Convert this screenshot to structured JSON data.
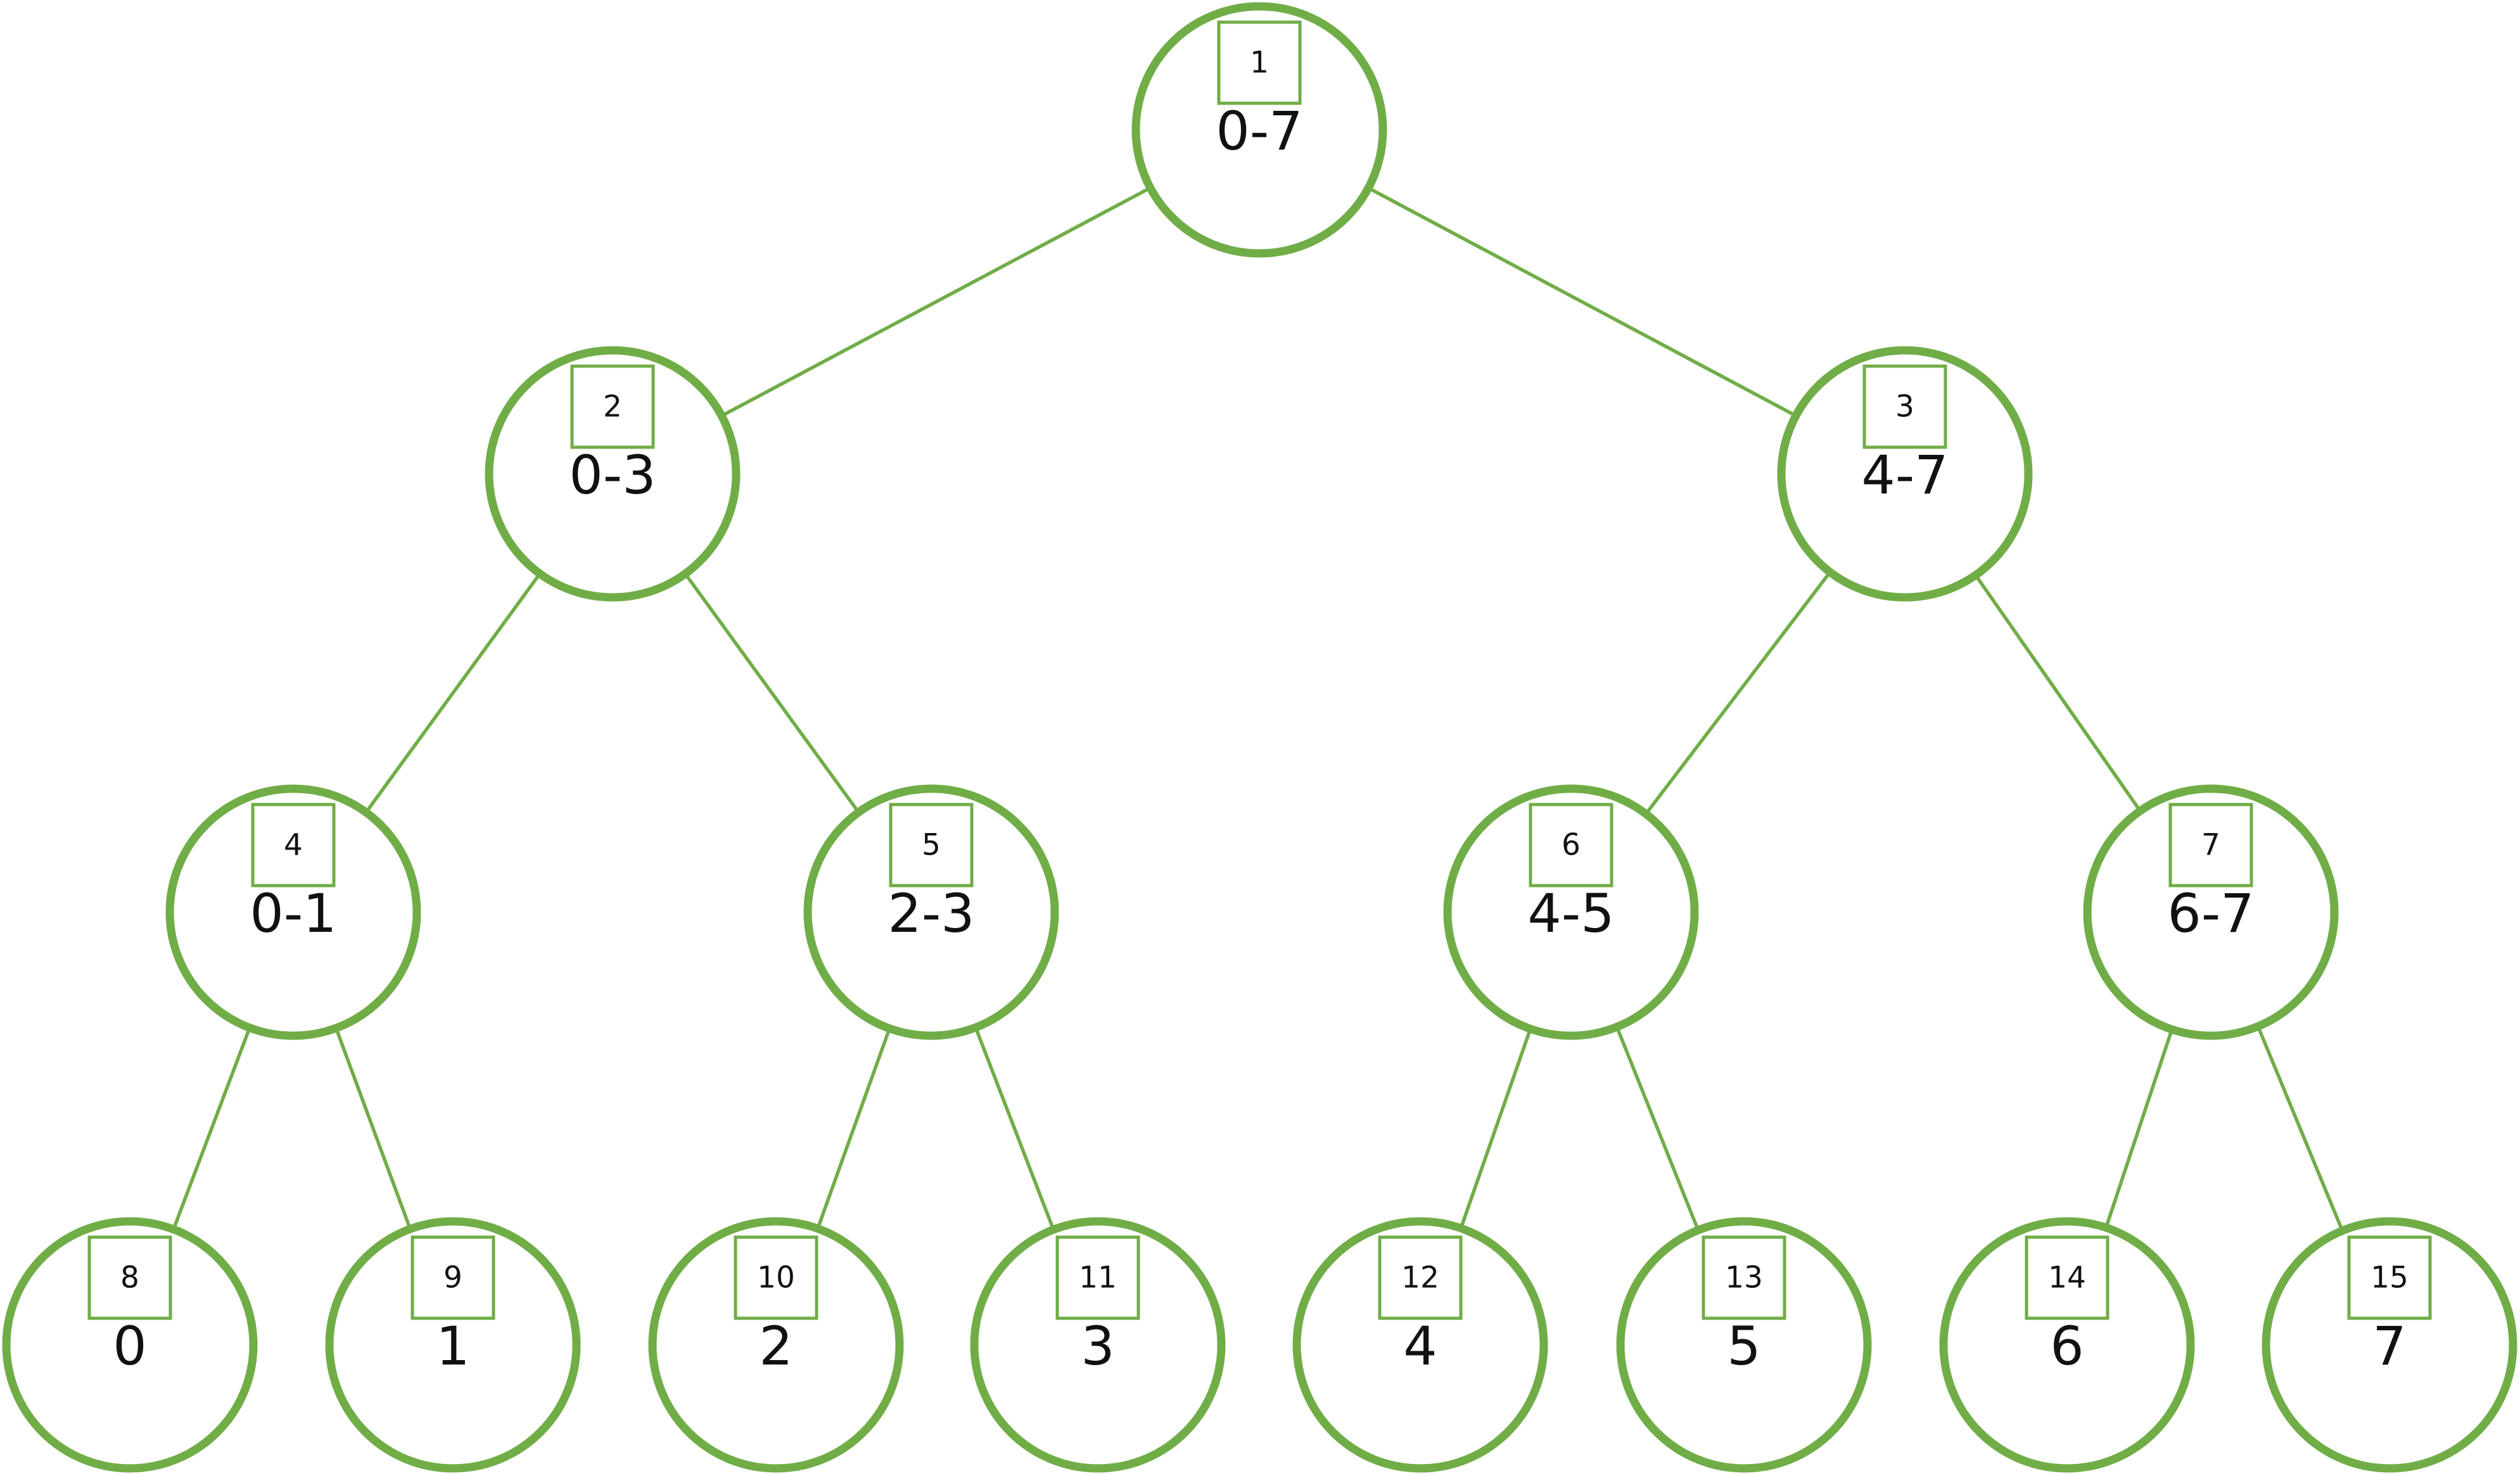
{
  "colors": {
    "stroke": "#70AD47",
    "text": "#111111",
    "background": "#ffffff"
  },
  "tree": {
    "nodes": [
      {
        "id": 1,
        "index": "1",
        "range": "0-7"
      },
      {
        "id": 2,
        "index": "2",
        "range": "0-3"
      },
      {
        "id": 3,
        "index": "3",
        "range": "4-7"
      },
      {
        "id": 4,
        "index": "4",
        "range": "0-1"
      },
      {
        "id": 5,
        "index": "5",
        "range": "2-3"
      },
      {
        "id": 6,
        "index": "6",
        "range": "4-5"
      },
      {
        "id": 7,
        "index": "7",
        "range": "6-7"
      },
      {
        "id": 8,
        "index": "8",
        "range": "0"
      },
      {
        "id": 9,
        "index": "9",
        "range": "1"
      },
      {
        "id": 10,
        "index": "10",
        "range": "2"
      },
      {
        "id": 11,
        "index": "11",
        "range": "3"
      },
      {
        "id": 12,
        "index": "12",
        "range": "4"
      },
      {
        "id": 13,
        "index": "13",
        "range": "5"
      },
      {
        "id": 14,
        "index": "14",
        "range": "6"
      },
      {
        "id": 15,
        "index": "15",
        "range": "7"
      }
    ],
    "edges": [
      [
        1,
        2
      ],
      [
        1,
        3
      ],
      [
        2,
        4
      ],
      [
        2,
        5
      ],
      [
        3,
        6
      ],
      [
        3,
        7
      ],
      [
        4,
        8
      ],
      [
        4,
        9
      ],
      [
        5,
        10
      ],
      [
        5,
        11
      ],
      [
        6,
        12
      ],
      [
        6,
        13
      ],
      [
        7,
        14
      ],
      [
        7,
        15
      ]
    ]
  }
}
